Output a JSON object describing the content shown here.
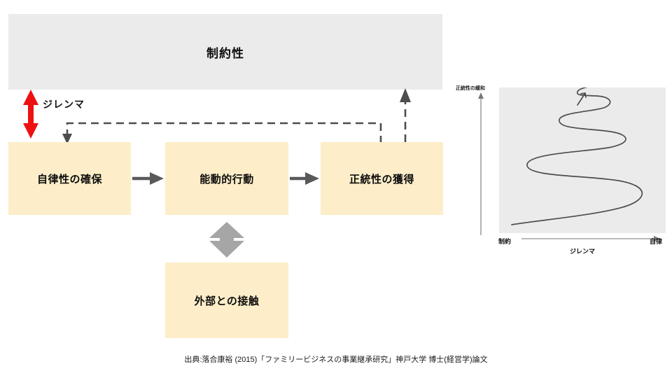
{
  "diagram": {
    "constraint_band": {
      "label": "制約性",
      "bg_color": "#ebebeb"
    },
    "dilemma": {
      "label": "ジレンマ",
      "arrow_color": "#ee1111"
    },
    "boxes": [
      {
        "id": "autonomy",
        "label": "自律性の確保"
      },
      {
        "id": "action",
        "label": "能動的行動"
      },
      {
        "id": "legitimacy",
        "label": "正統性の獲得"
      },
      {
        "id": "external",
        "label": "外部との接触"
      }
    ],
    "box_color": "#fdeec9",
    "arrow_color": "#595959",
    "feedback_arrow_style": "dashed",
    "citation": "出典:落合康裕 (2015)「ファミリービジネスの事業継承研究」神戸大学 博士(経営学)論文"
  },
  "chart_data": {
    "type": "line",
    "title": "",
    "xlabel": "ジレンマ",
    "ylabel": "正統性の緩和",
    "x_axis_left_label": "制約",
    "x_axis_right_label": "自律",
    "grid": false,
    "legend": "none",
    "xlim": [
      0,
      100
    ],
    "ylim": [
      0,
      100
    ],
    "background": "#ebebeb",
    "line_color": "#4d4d4d",
    "description": "damped oscillation spiralling upward with decreasing amplitude, terminating in an arrowhead",
    "series": [
      {
        "name": "spiral",
        "x": [
          4,
          82,
          16,
          76,
          24,
          70,
          30,
          64,
          36,
          60,
          40,
          56,
          44,
          52,
          47,
          50
        ],
        "y": [
          4,
          21,
          34,
          45,
          56,
          63,
          70,
          76,
          80,
          84,
          87,
          90,
          92,
          94,
          96,
          99
        ]
      }
    ]
  }
}
